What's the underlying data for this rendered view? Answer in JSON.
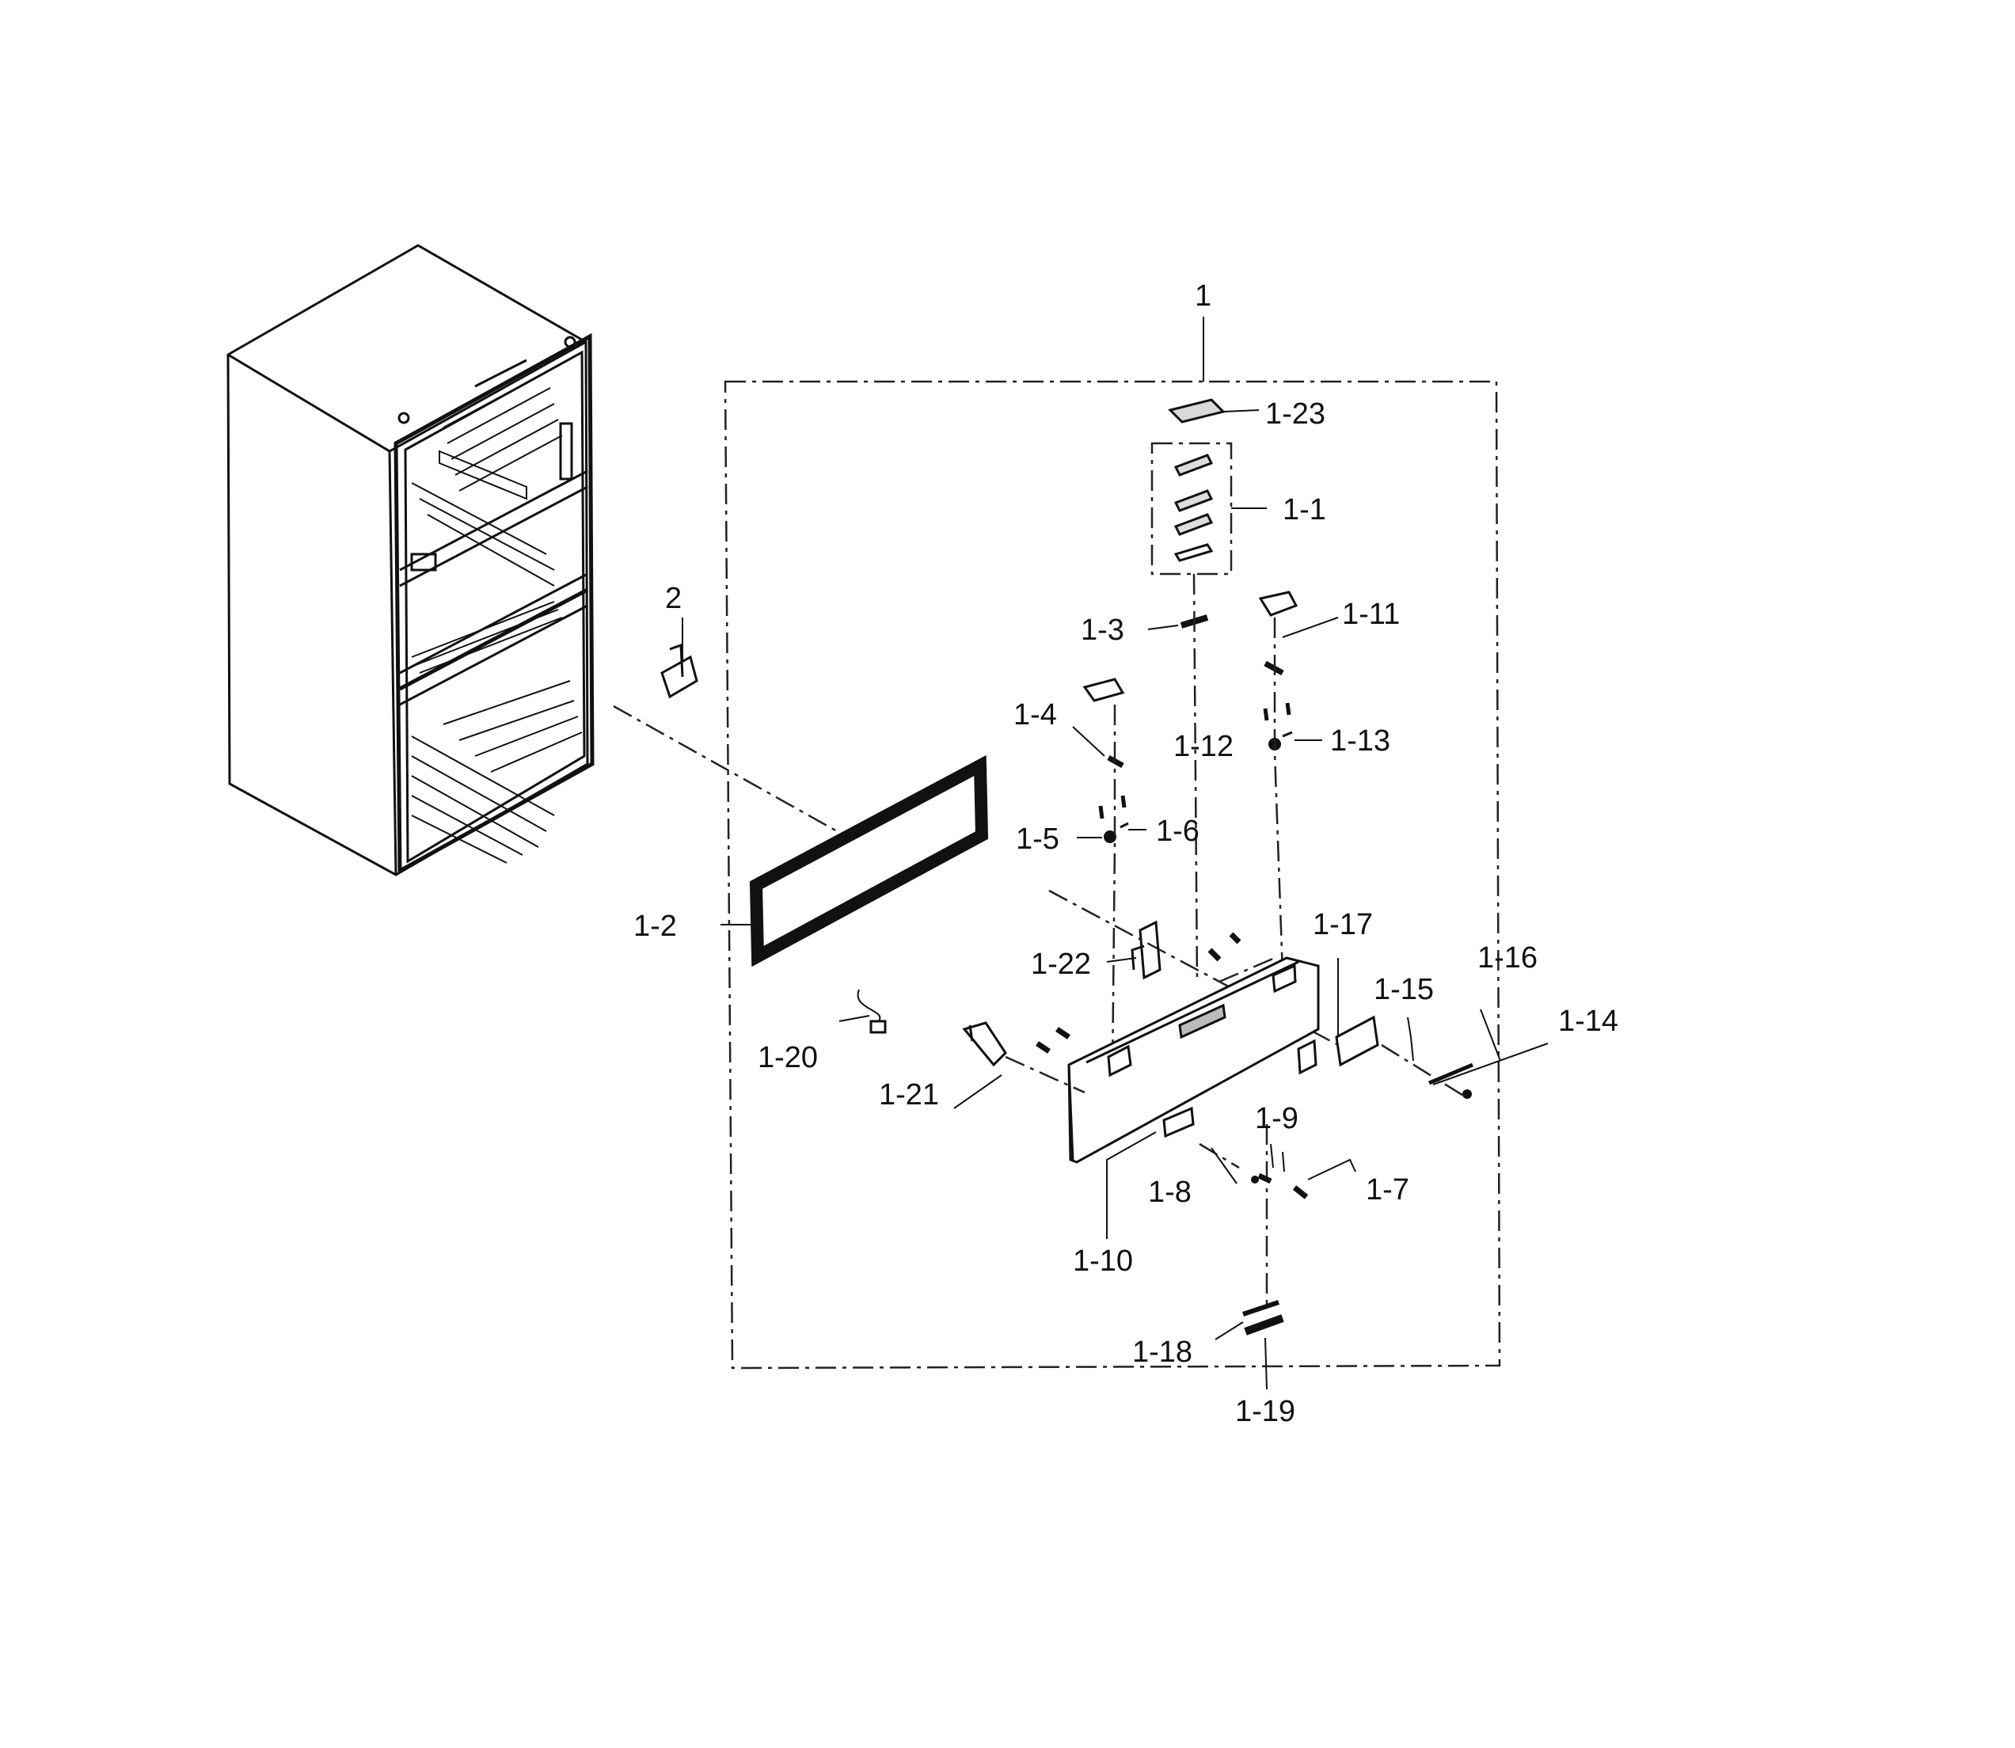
{
  "diagram": {
    "labels": {
      "p1": "1",
      "p1_23": "1-23",
      "p1_1": "1-1",
      "p2": "2",
      "p1_3": "1-3",
      "p1_11": "1-11",
      "p1_4": "1-4",
      "p1_12": "1-12",
      "p1_13": "1-13",
      "p1_5": "1-5",
      "p1_6": "1-6",
      "p1_2": "1-2",
      "p1_17": "1-17",
      "p1_16": "1-16",
      "p1_22": "1-22",
      "p1_15": "1-15",
      "p1_14": "1-14",
      "p1_20": "1-20",
      "p1_21": "1-21",
      "p1_9": "1-9",
      "p1_8": "1-8",
      "p1_7": "1-7",
      "p1_10": "1-10",
      "p1_18": "1-18",
      "p1_19": "1-19"
    }
  }
}
